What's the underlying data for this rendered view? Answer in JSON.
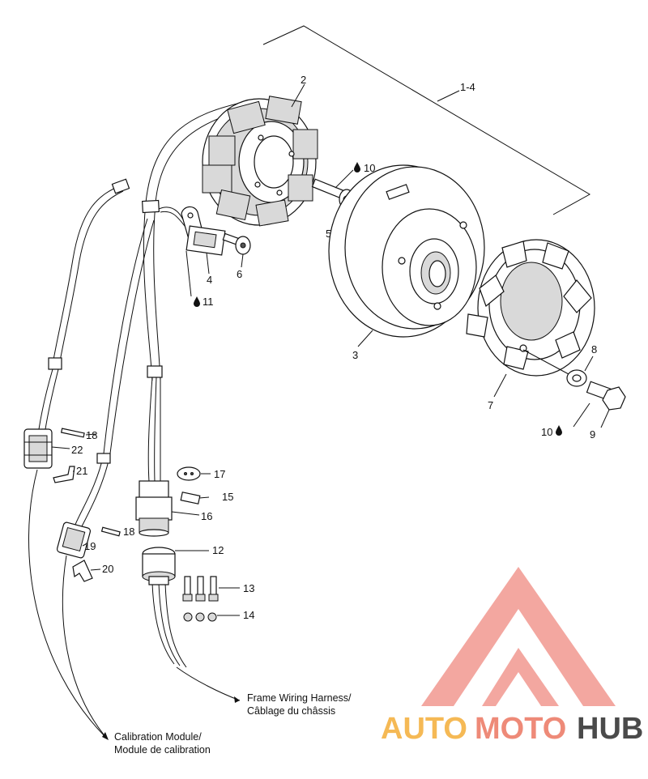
{
  "callouts": {
    "assembly": "1-4",
    "stator": "2",
    "rotor": "3",
    "trigger_coil": "4",
    "screw_5": "5",
    "screw_6": "6",
    "flywheel_cover": "7",
    "washer": "8",
    "bolt": "9",
    "threadlock_10a": "10",
    "threadlock_10b": "10",
    "threadlock_11": "11",
    "connector_housing_12": "12",
    "terminal_13": "13",
    "seal_14": "14",
    "pin_15": "15",
    "connector_16": "16",
    "cap_17": "17",
    "pin_18a": "18",
    "pin_18b": "18",
    "connector_19": "19",
    "clip_20": "20",
    "clip_21": "21",
    "connector_22": "22"
  },
  "notes": {
    "frame_harness_line1": "Frame Wiring Harness/",
    "frame_harness_line2": "Câblage du châssis",
    "calibration_line1": "Calibration Module/",
    "calibration_line2": "Module de calibration"
  },
  "watermark": {
    "word_auto": "AUTO",
    "word_moto": "MOTO",
    "word_hub": "HUB",
    "color_auto": "#f5b955",
    "color_moto": "#ee8a78",
    "color_hub": "#4a4a4a"
  }
}
